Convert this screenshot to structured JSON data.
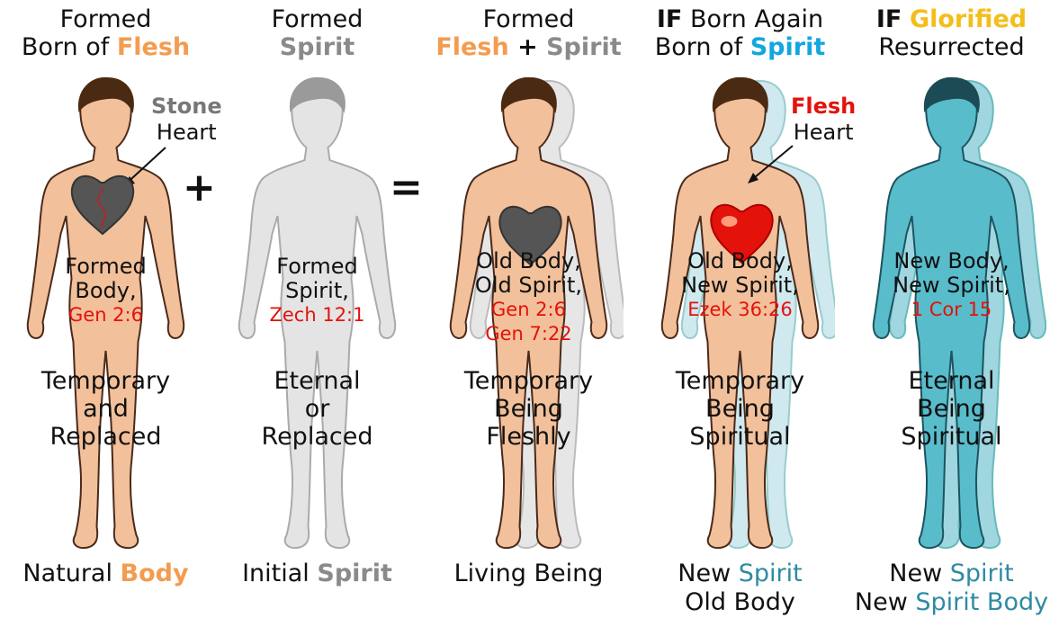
{
  "panels": [
    {
      "header": {
        "line1": "Formed",
        "line2_pre": "Born of ",
        "line2_accent": "Flesh"
      },
      "mid": {
        "l1": "Formed",
        "l2": "Body,",
        "ref1": "Gen 2:6"
      },
      "big": {
        "l1": "Temporary",
        "l2": "and",
        "l3": "Replaced"
      },
      "footer": {
        "pre": "Natural ",
        "accent": "Body"
      }
    },
    {
      "header": {
        "line1": "Formed",
        "line2_accent": "Spirit"
      },
      "mid": {
        "l1": "Formed",
        "l2": "Spirit,",
        "ref1": "Zech 12:1"
      },
      "big": {
        "l1": "Eternal",
        "l2": "or",
        "l3": "Replaced"
      },
      "footer": {
        "pre": "Initial ",
        "accent": "Spirit"
      }
    },
    {
      "header": {
        "line1": "Formed",
        "line2_a": "Flesh",
        "line2_plus": " + ",
        "line2_b": "Spirit"
      },
      "mid": {
        "l1": "Old Body,",
        "l2": "Old Spirit,",
        "ref1": "Gen 2:6",
        "ref2": "Gen 7:22"
      },
      "big": {
        "l1": "Temporary",
        "l2": "Being",
        "l3": "Fleshly"
      },
      "footer": {
        "pre": "Living Being"
      }
    },
    {
      "header": {
        "line1_bold": "IF",
        "line1_rest": " Born Again",
        "line2_pre": "Born of ",
        "line2_accent": "Spirit"
      },
      "mid": {
        "l1": "Old Body,",
        "l2": "New Spirit,",
        "ref1": "Ezek 36:26"
      },
      "big": {
        "l1": "Temporary",
        "l2": "Being",
        "l3": "Spiritual"
      },
      "footer": {
        "l1_pre": "New ",
        "l1_accent": "Spirit",
        "l2": "Old Body"
      }
    },
    {
      "header": {
        "line1_bold": "IF",
        "line1_accent": "Glorified",
        "line2": "Resurrected"
      },
      "mid": {
        "l1": "New Body,",
        "l2": "New Spirit,",
        "ref1": "1 Cor 15"
      },
      "big": {
        "l1": "Eternal",
        "l2": "Being",
        "l3": "Spiritual"
      },
      "footer": {
        "l1_pre": "New ",
        "l1_accent": "Spirit",
        "l2_pre": "New ",
        "l2_accent": "Spirit Body"
      }
    }
  ],
  "operators": {
    "plus": "+",
    "equals": "="
  },
  "annotations": {
    "stone": {
      "l1": "Stone",
      "l2": "Heart"
    },
    "flesh": {
      "l1": "Flesh",
      "l2": "Heart"
    }
  },
  "colors": {
    "skin": "#f2c09a",
    "spirit_grey": "#dcdcdc",
    "spirit_blue": "#58bccb",
    "flesh_accent": "#f39c50",
    "spirit_accent": "#12a7df",
    "glorified": "#f3be1b",
    "scripture_red": "#e3120b",
    "heart_red": "#e3120b",
    "stone_heart": "#555555"
  }
}
